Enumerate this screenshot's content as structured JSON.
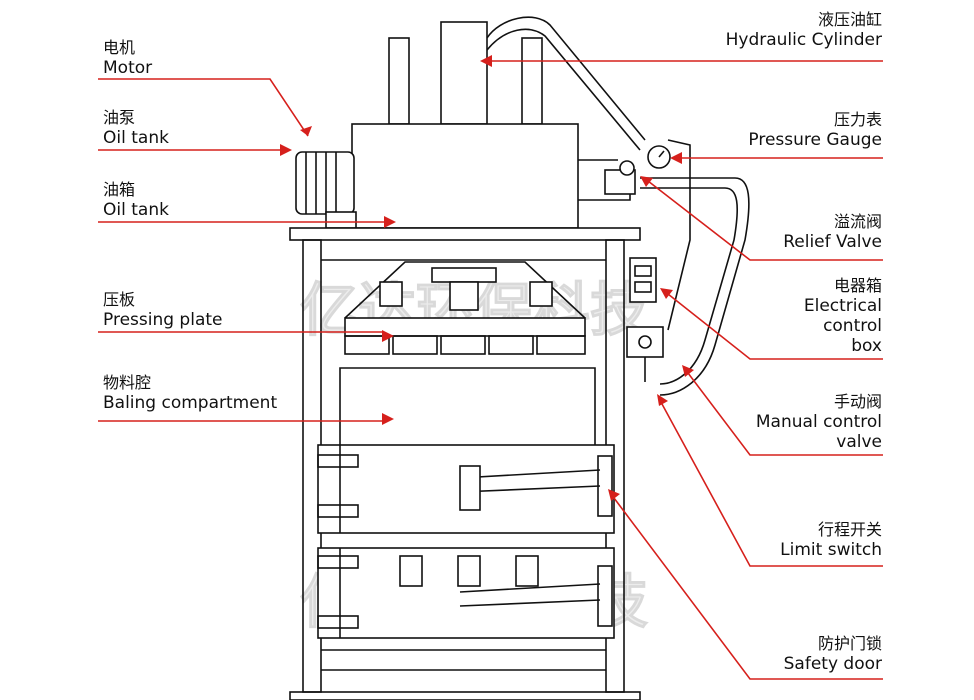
{
  "labels": {
    "motor": {
      "zh": "电机",
      "en": "Motor"
    },
    "oil_pump": {
      "zh": "油泵",
      "en": "Oil tank"
    },
    "oil_tank": {
      "zh": "油箱",
      "en": "Oil tank"
    },
    "pressing_plate": {
      "zh": "压板",
      "en": "Pressing plate"
    },
    "baling_compartment": {
      "zh": "物料腔",
      "en": "Baling compartment"
    },
    "hydraulic_cylinder": {
      "zh": "液压油缸",
      "en": "Hydraulic Cylinder"
    },
    "pressure_gauge": {
      "zh": "压力表",
      "en": "Pressure Gauge"
    },
    "relief_valve": {
      "zh": "溢流阀",
      "en": "Relief Valve"
    },
    "electrical_control_box": {
      "zh": "电器箱",
      "en": [
        "Electrical",
        "control",
        "box"
      ]
    },
    "manual_control_valve": {
      "zh": "手动阀",
      "en": [
        "Manual control",
        "valve"
      ]
    },
    "limit_switch": {
      "zh": "行程开关",
      "en": "Limit switch"
    },
    "safety_door": {
      "zh": "防护门锁",
      "en": "Safety door"
    }
  },
  "watermark": "亿达环保科技",
  "colors": {
    "leader": "#d6201c",
    "line_art": "#111111",
    "watermark": "#ececec"
  }
}
